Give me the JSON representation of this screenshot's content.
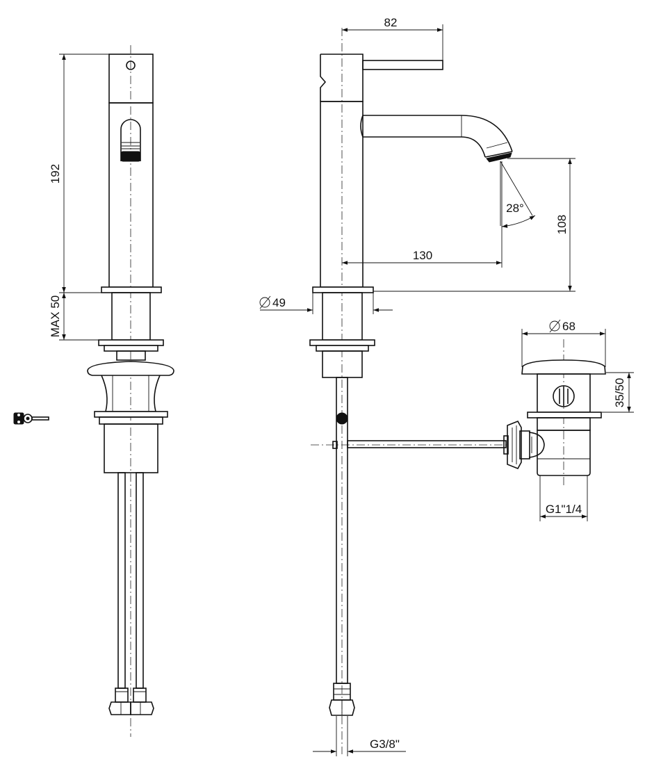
{
  "dimensions": {
    "height_total": "192",
    "deck_thickness": "MAX 50",
    "lever_length": "82",
    "spout_reach": "130",
    "spout_height": "108",
    "spray_angle": "28°",
    "base_diameter": "49",
    "waste_diameter": "68",
    "waste_height": "35/50",
    "waste_thread": "G1\"1/4",
    "supply_thread": "G3/8\""
  },
  "icons": {
    "diameter_symbol": "diameter-icon",
    "key_symbol": "key-icon"
  },
  "colors": {
    "line": "#111111",
    "background": "#ffffff"
  }
}
